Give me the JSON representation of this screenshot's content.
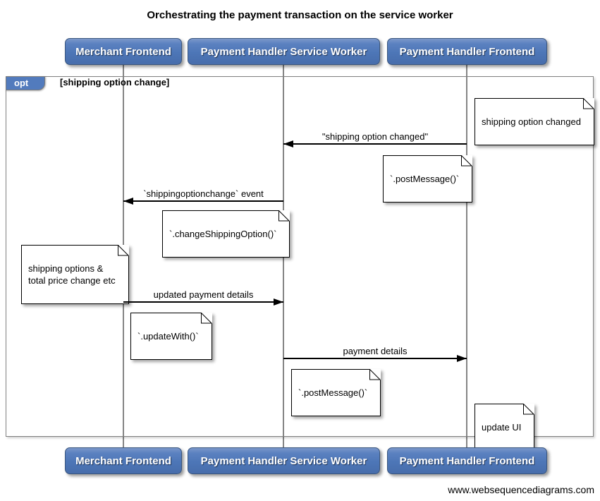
{
  "title": "Orchestrating the payment transaction on the service worker",
  "footer": "www.websequencediagrams.com",
  "actors": [
    {
      "label": "Merchant Frontend"
    },
    {
      "label": "Payment Handler Service Worker"
    },
    {
      "label": "Payment Handler Frontend"
    }
  ],
  "frame": {
    "operator": "opt",
    "condition": "[shipping option change]"
  },
  "messages": [
    {
      "label": "\"shipping option changed\"",
      "from": "Payment Handler Frontend",
      "to": "Payment Handler Service Worker",
      "direction": "left"
    },
    {
      "label": "`shippingoptionchange` event",
      "from": "Payment Handler Service Worker",
      "to": "Merchant Frontend",
      "direction": "left"
    },
    {
      "label": "updated payment details",
      "from": "Merchant Frontend",
      "to": "Payment Handler Service Worker",
      "direction": "right"
    },
    {
      "label": "payment details",
      "from": "Payment Handler Service Worker",
      "to": "Payment Handler Frontend",
      "direction": "right"
    }
  ],
  "notes": [
    {
      "text": "shipping option changed",
      "anchor": "Payment Handler Frontend"
    },
    {
      "text": "`.postMessage()`",
      "anchor": "Payment Handler Frontend"
    },
    {
      "text": "`.changeShippingOption()`",
      "anchor": "Payment Handler Service Worker"
    },
    {
      "text": "shipping options &\ntotal price change etc",
      "anchor": "Merchant Frontend"
    },
    {
      "text": "`.updateWith()`",
      "anchor": "Merchant Frontend"
    },
    {
      "text": "`.postMessage()`",
      "anchor": "Payment Handler Service Worker"
    },
    {
      "text": "update UI",
      "anchor": "Payment Handler Frontend"
    }
  ],
  "colors": {
    "actor_fill": "#4d76b7",
    "actor_fill_highlight": "#7b97ca",
    "actor_border": "#3a567e",
    "opt_tab_fill": "#527bbd",
    "frame_border": "#808080",
    "lifeline": "#858585",
    "note_bg": "#ffffff",
    "note_border": "#000000",
    "arrow": "#000000",
    "text": "#000000"
  }
}
